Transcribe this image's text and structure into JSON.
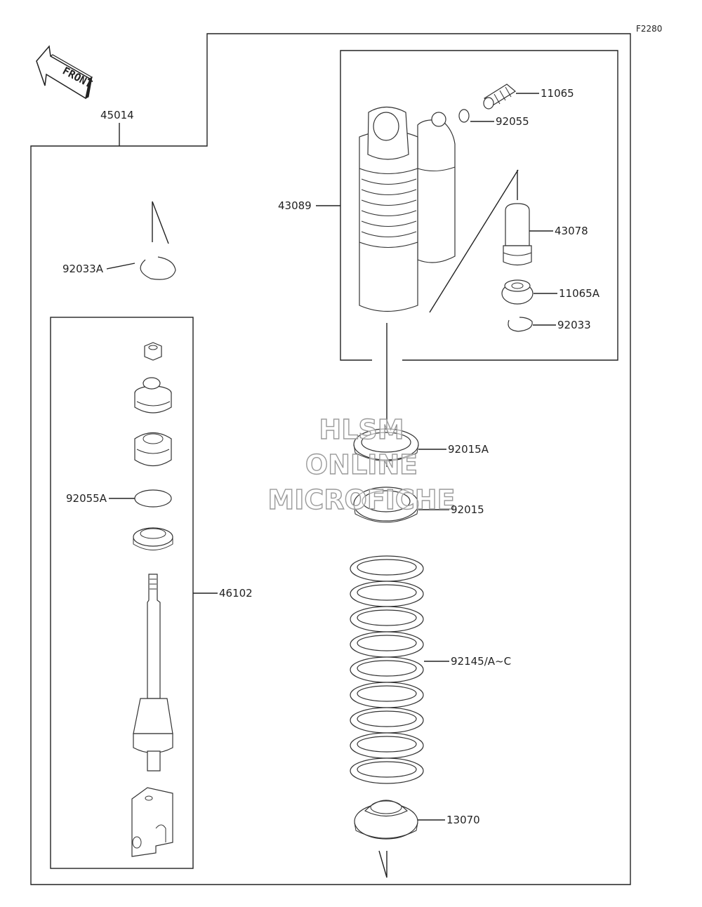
{
  "figure_code": "F2280",
  "front_label": "FRONT",
  "watermark": [
    "HLSM",
    "ONLINE",
    "MICROFICHE"
  ],
  "parts": {
    "p45014": "45014",
    "p11065": "11065",
    "p92055": "92055",
    "p43089": "43089",
    "p43078": "43078",
    "p11065A": "11065A",
    "p92033": "92033",
    "p92033A": "92033A",
    "p92015A": "92015A",
    "p92015": "92015",
    "p92055A": "92055A",
    "p46102": "46102",
    "p92145": "92145/A~C",
    "p13070": "13070"
  }
}
